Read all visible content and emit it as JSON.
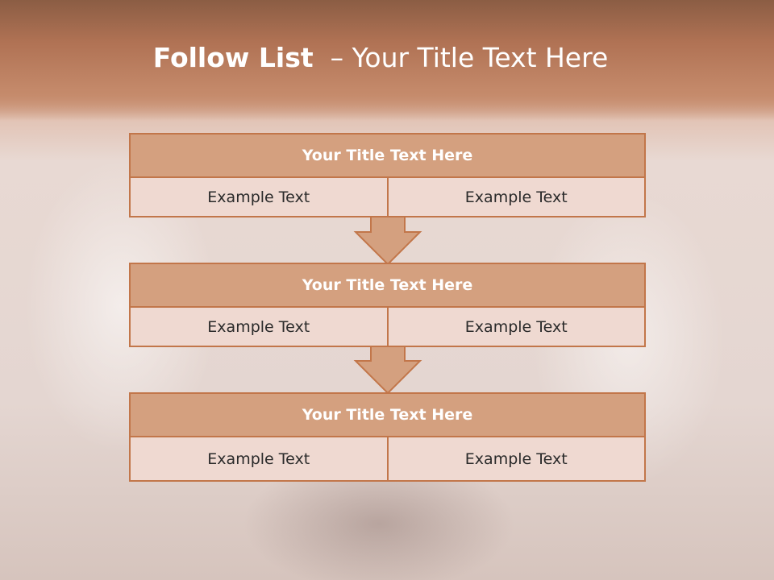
{
  "slide": {
    "title_bold": "Follow List",
    "title_rest": "– Your Title Text Here"
  },
  "blocks": [
    {
      "title": "Your Title Text Here",
      "cells": [
        "Example Text",
        "Example Text"
      ]
    },
    {
      "title": "Your Title Text Here",
      "cells": [
        "Example Text",
        "Example Text"
      ]
    },
    {
      "title": "Your Title Text Here",
      "cells": [
        "Example Text",
        "Example Text"
      ]
    }
  ],
  "colors": {
    "header": "#b07254",
    "title_fill": "#d4a07f",
    "cell_fill": "#efd9d1",
    "border": "#c2764a"
  }
}
